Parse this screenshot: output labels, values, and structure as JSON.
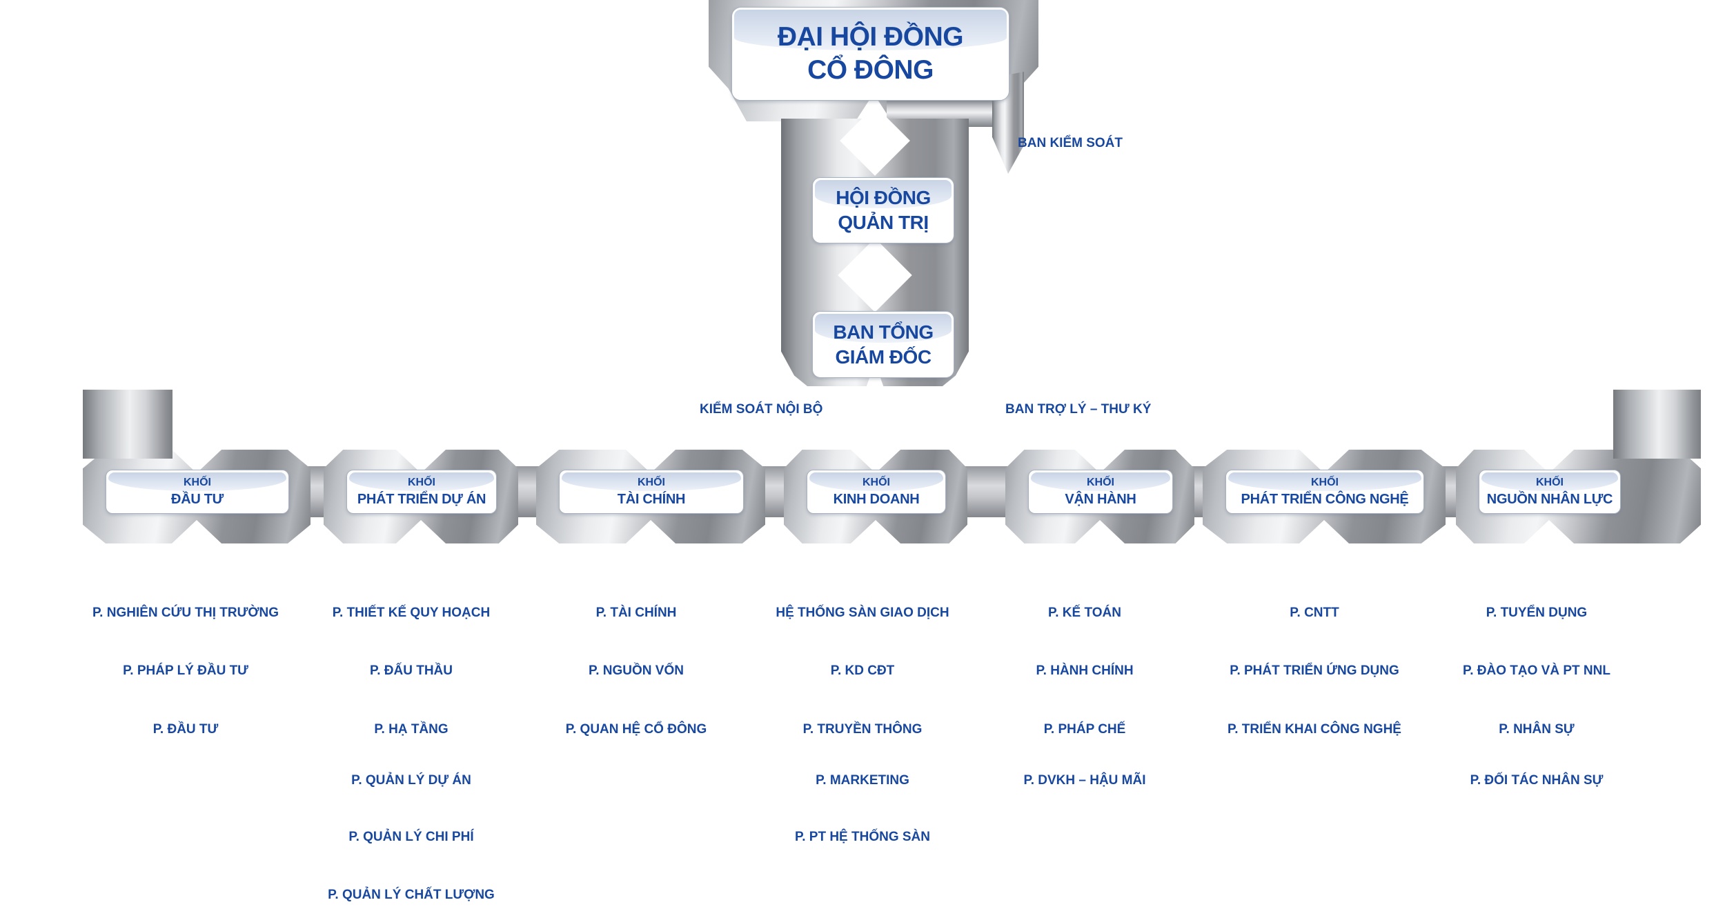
{
  "palette": {
    "text_blue": "#17479E",
    "silver_dark": "#7a7d82",
    "silver_light": "#f2f3f5",
    "box_border": "#a9b2c0",
    "gloss_top": "#c8d3e5",
    "background": "#ffffff"
  },
  "org": {
    "shareholders": {
      "line1": "ĐẠI HỘI ĐỒNG",
      "line2": "CỔ ĐÔNG"
    },
    "board": {
      "line1": "HỘI ĐỒNG",
      "line2": "QUẢN TRỊ"
    },
    "ceo": {
      "line1": "BAN TỔNG",
      "line2": "GIÁM ĐỐC"
    },
    "side_labels": {
      "supervisory": "BAN KIỂM SOÁT",
      "internal_control": "KIỂM SOÁT NỘI BỘ",
      "assistant_secretary": "BAN TRỢ LÝ – THƯ KÝ"
    },
    "division_prefix": "KHỐI",
    "divisions": [
      {
        "prefix": "KHỐI",
        "name": "ĐẦU TƯ",
        "departments": [
          "P. NGHIÊN CỨU THỊ TRƯỜNG",
          "P. PHÁP LÝ ĐẦU TƯ",
          "P. ĐẦU TƯ"
        ]
      },
      {
        "prefix": "KHỐI",
        "name": "PHÁT TRIỂN DỰ ÁN",
        "departments": [
          "P. THIẾT KẾ QUY HOẠCH",
          "P. ĐẤU THẦU",
          "P. HẠ TẦNG",
          "P. QUẢN LÝ DỰ ÁN",
          "P. QUẢN LÝ CHI PHÍ",
          "P. QUẢN LÝ CHẤT LƯỢNG"
        ]
      },
      {
        "prefix": "KHỐI",
        "name": "TÀI CHÍNH",
        "departments": [
          "P. TÀI CHÍNH",
          "P. NGUỒN VỐN",
          "P. QUAN HỆ CỔ ĐÔNG"
        ]
      },
      {
        "prefix": "KHỐI",
        "name": "KINH DOANH",
        "departments": [
          "HỆ THỐNG SÀN GIAO DỊCH",
          "P. KD CĐT",
          "P. TRUYỀN THÔNG",
          "P. MARKETING",
          "P. PT HỆ THỐNG SÀN"
        ]
      },
      {
        "prefix": "KHỐI",
        "name": "VẬN HÀNH",
        "departments": [
          "P. KẾ TOÁN",
          "P. HÀNH CHÍNH",
          "P. PHÁP CHẾ",
          "P. DVKH – HẬU MÃI"
        ]
      },
      {
        "prefix": "KHỐI",
        "name": "PHÁT TRIỂN CÔNG NGHỆ",
        "departments": [
          "P. CNTT",
          "P. PHÁT TRIỂN ỨNG DỤNG",
          "P. TRIỂN KHAI CÔNG NGHỆ"
        ]
      },
      {
        "prefix": "KHỐI",
        "name": "NGUỒN NHÂN LỰC",
        "departments": [
          "P. TUYỂN DỤNG",
          "P. ĐÀO TẠO VÀ PT NNL",
          "P. NHÂN SỰ",
          "P. ĐỐI TÁC NHÂN SỰ"
        ]
      }
    ]
  }
}
